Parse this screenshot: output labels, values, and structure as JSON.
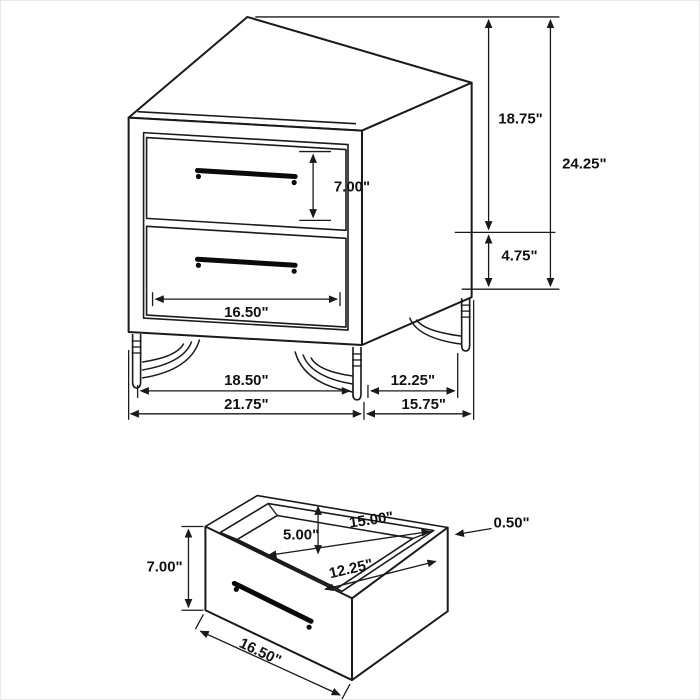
{
  "units": "inches",
  "nightstand": {
    "drawer_height": "7.00\"",
    "case_height": "18.75\"",
    "overall_height": "24.25\"",
    "leg_height": "4.75\"",
    "drawer_front_width": "16.50\"",
    "front_leg_span": "18.50\"",
    "depth_leg_span": "12.25\"",
    "overall_width": "21.75\"",
    "overall_depth": "15.75\""
  },
  "drawer": {
    "front_height": "7.00\"",
    "front_width": "16.50\"",
    "interior_height": "5.00\"",
    "interior_width": "15.00\"",
    "interior_depth": "12.25\"",
    "panel_thickness": "0.50\""
  }
}
